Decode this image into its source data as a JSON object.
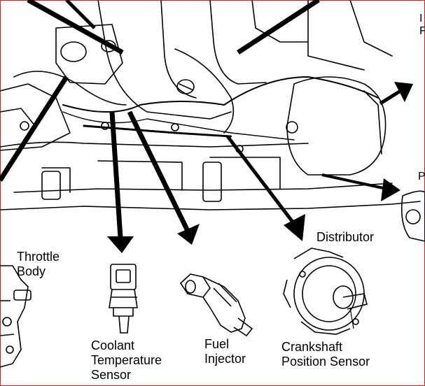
{
  "labels": {
    "throttle_body": [
      "Throttle",
      "Body"
    ],
    "distributor": "Distributor",
    "coolant_temperature_sensor": [
      "Coolant",
      "Temperature",
      "Sensor"
    ],
    "fuel_injector": [
      "Fuel",
      "Injector"
    ],
    "crankshaft_position_sensor": [
      "Crankshaft",
      "Position Sensor"
    ],
    "edge_fragments": [
      "I",
      "F",
      "P"
    ]
  },
  "colors": {
    "border": "#cc1f1f",
    "ink": "#000000"
  }
}
